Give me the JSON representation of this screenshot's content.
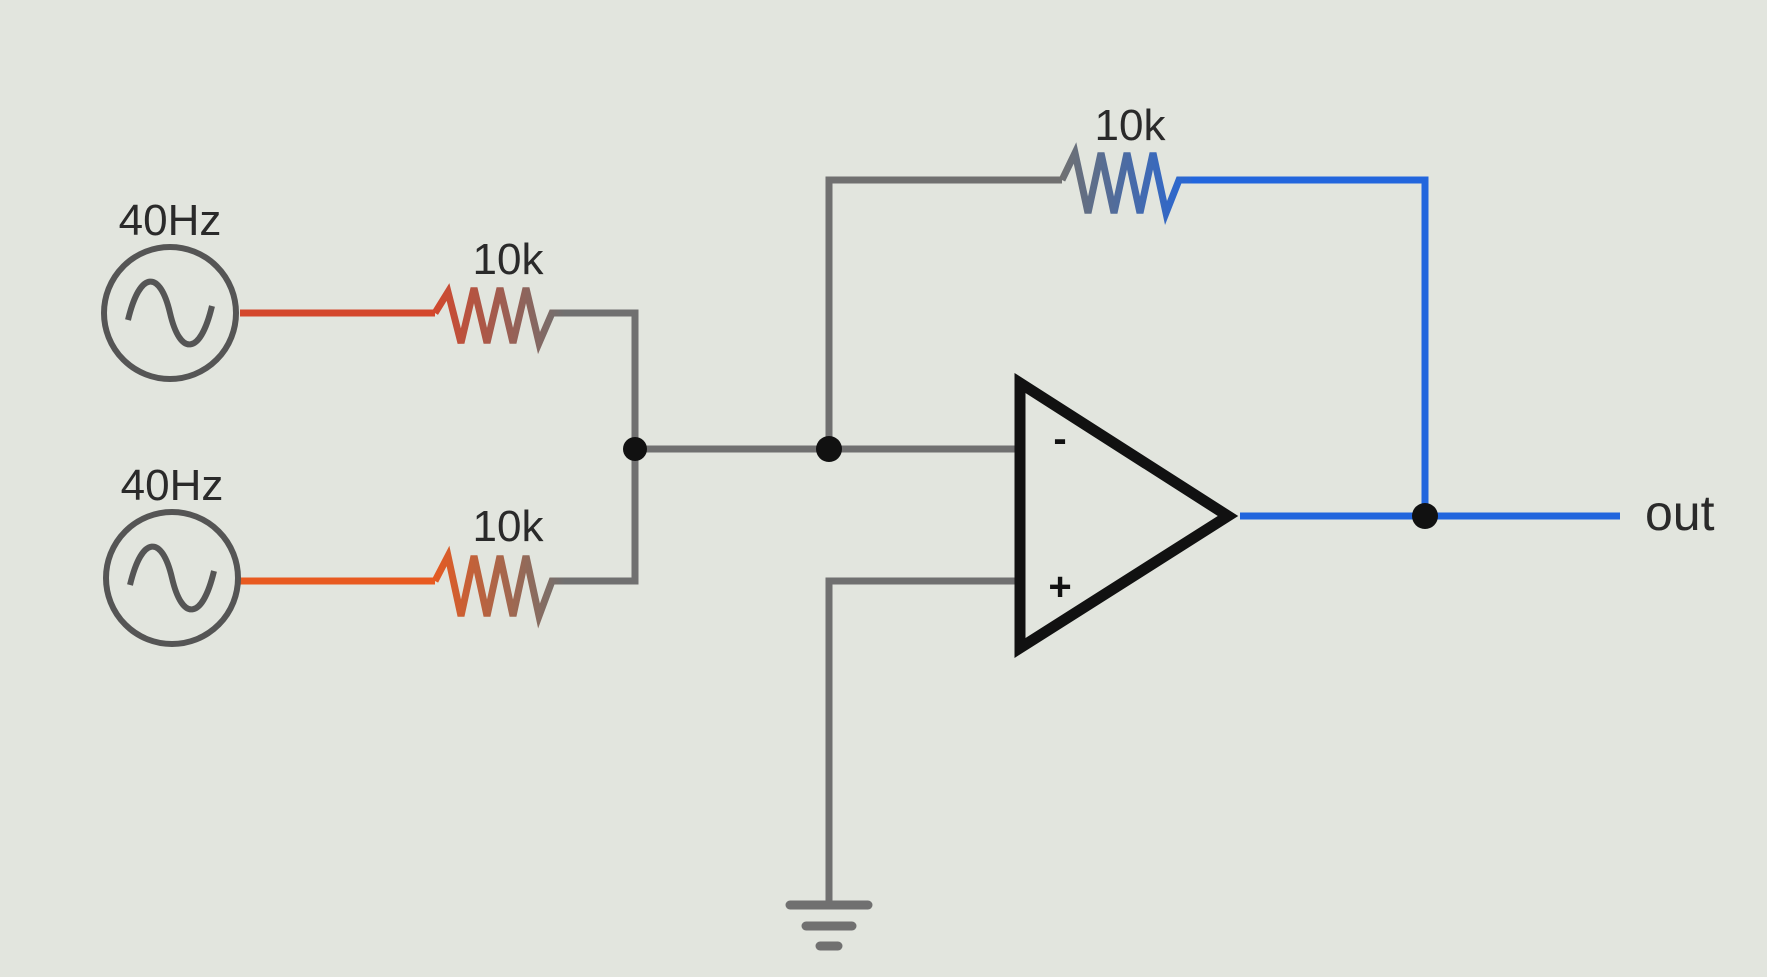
{
  "diagram": {
    "sources": [
      {
        "label": "40Hz",
        "icon": "sine-wave-icon"
      },
      {
        "label": "40Hz",
        "icon": "sine-wave-icon"
      }
    ],
    "resistors": {
      "input_top": "10k",
      "input_bottom": "10k",
      "feedback": "10k"
    },
    "opamp": {
      "inverting": "-",
      "non_inverting": "+"
    },
    "output_label": "out",
    "colors": {
      "background": "#e2e5de",
      "input_wire": "#d4472c",
      "node_wire": "#707070",
      "output_wire": "#2266dd",
      "component": "#111111"
    }
  }
}
